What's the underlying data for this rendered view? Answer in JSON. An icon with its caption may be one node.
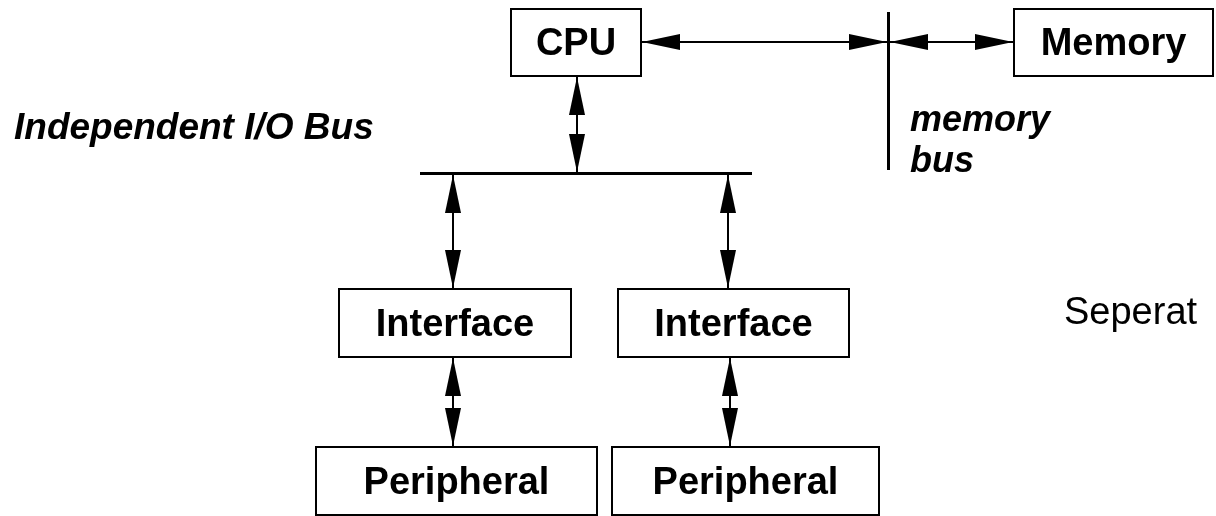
{
  "diagram": {
    "nodes": [
      {
        "text": [
          "CPU"
        ]
      },
      {
        "text": [],
        "shape": "bar",
        "beside": [
          "memory bus"
        ]
      },
      {
        "text": [
          "Memory"
        ]
      },
      {
        "text": [],
        "shape": "bar",
        "beside": [
          "Independent I/O Bus"
        ]
      },
      {
        "text": [
          "Interface"
        ]
      },
      {
        "text": [
          "Interface"
        ]
      },
      {
        "text": [
          "Peripheral"
        ]
      },
      {
        "text": [
          "Peripheral"
        ]
      }
    ],
    "edges": [
      {
        "from": 0,
        "to": 1,
        "arrow": "both"
      },
      {
        "from": 1,
        "to": 2,
        "arrow": "both"
      },
      {
        "from": 0,
        "to": 3,
        "arrow": "both"
      },
      {
        "from": 3,
        "to": 4,
        "arrow": "both"
      },
      {
        "from": 3,
        "to": 5,
        "arrow": "both"
      },
      {
        "from": 4,
        "to": 6,
        "arrow": "both"
      },
      {
        "from": 5,
        "to": 7,
        "arrow": "both"
      }
    ],
    "labels": [
      "Seperat"
    ]
  }
}
